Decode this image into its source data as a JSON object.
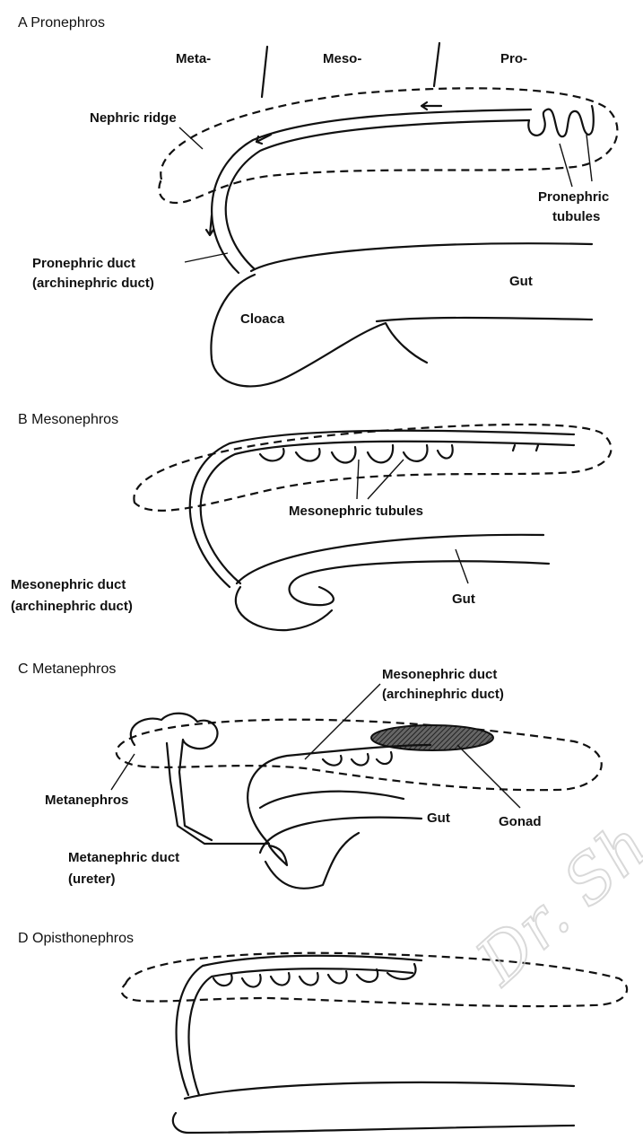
{
  "panel_a": {
    "title": "A  Pronephros",
    "region_meta": "Meta-",
    "region_meso": "Meso-",
    "region_pro": "Pro-",
    "nephric_ridge": "Nephric ridge",
    "pronephric_tubules_1": "Pronephric",
    "pronephric_tubules_2": "tubules",
    "duct_1": "Pronephric duct",
    "duct_2": "(archinephric duct)",
    "gut": "Gut",
    "cloaca": "Cloaca"
  },
  "panel_b": {
    "title": "B  Mesonephros",
    "tubules": "Mesonephric tubules",
    "duct_1": "Mesonephric duct",
    "duct_2": "(archinephric duct)",
    "gut": "Gut"
  },
  "panel_c": {
    "title": "C  Metanephros",
    "meso_duct_1": "Mesonephric duct",
    "meso_duct_2": "(archinephric duct)",
    "metanephros": "Metanephros",
    "gut": "Gut",
    "gonad": "Gonad",
    "meta_duct_1": "Metanephric duct",
    "meta_duct_2": "(ureter)",
    "gonad_color": "#555555"
  },
  "panel_d": {
    "title": "D  Opisthonephros"
  },
  "watermark": "Dr. Sh"
}
